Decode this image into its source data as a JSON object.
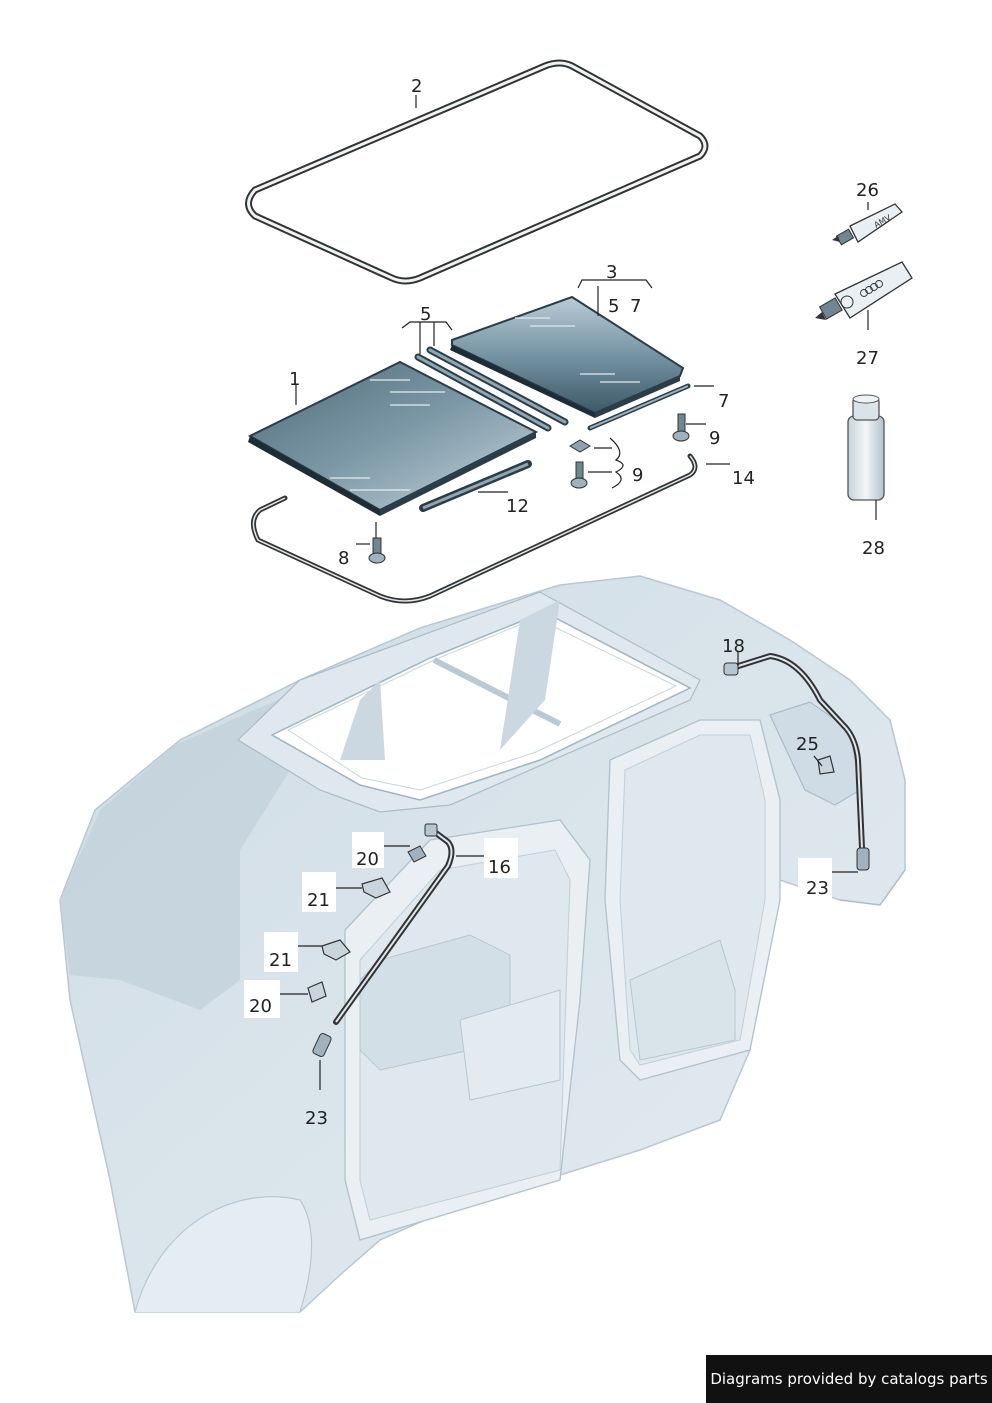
{
  "callouts": {
    "c1": "1",
    "c2": "2",
    "c3": "3",
    "c3a": "5",
    "c3b": "7",
    "c5": "5",
    "c7": "7",
    "c8": "8",
    "c9a": "9",
    "c9b": "9",
    "c12": "12",
    "c14": "14",
    "c16": "16",
    "c18": "18",
    "c20a": "20",
    "c20b": "20",
    "c21a": "21",
    "c21b": "21",
    "c23a": "23",
    "c23b": "23",
    "c25": "25",
    "c26": "26",
    "c27": "27",
    "c28": "28"
  },
  "tube_small_text": "AMV",
  "footer": {
    "text": "Diagrams provided by catalogs parts"
  }
}
